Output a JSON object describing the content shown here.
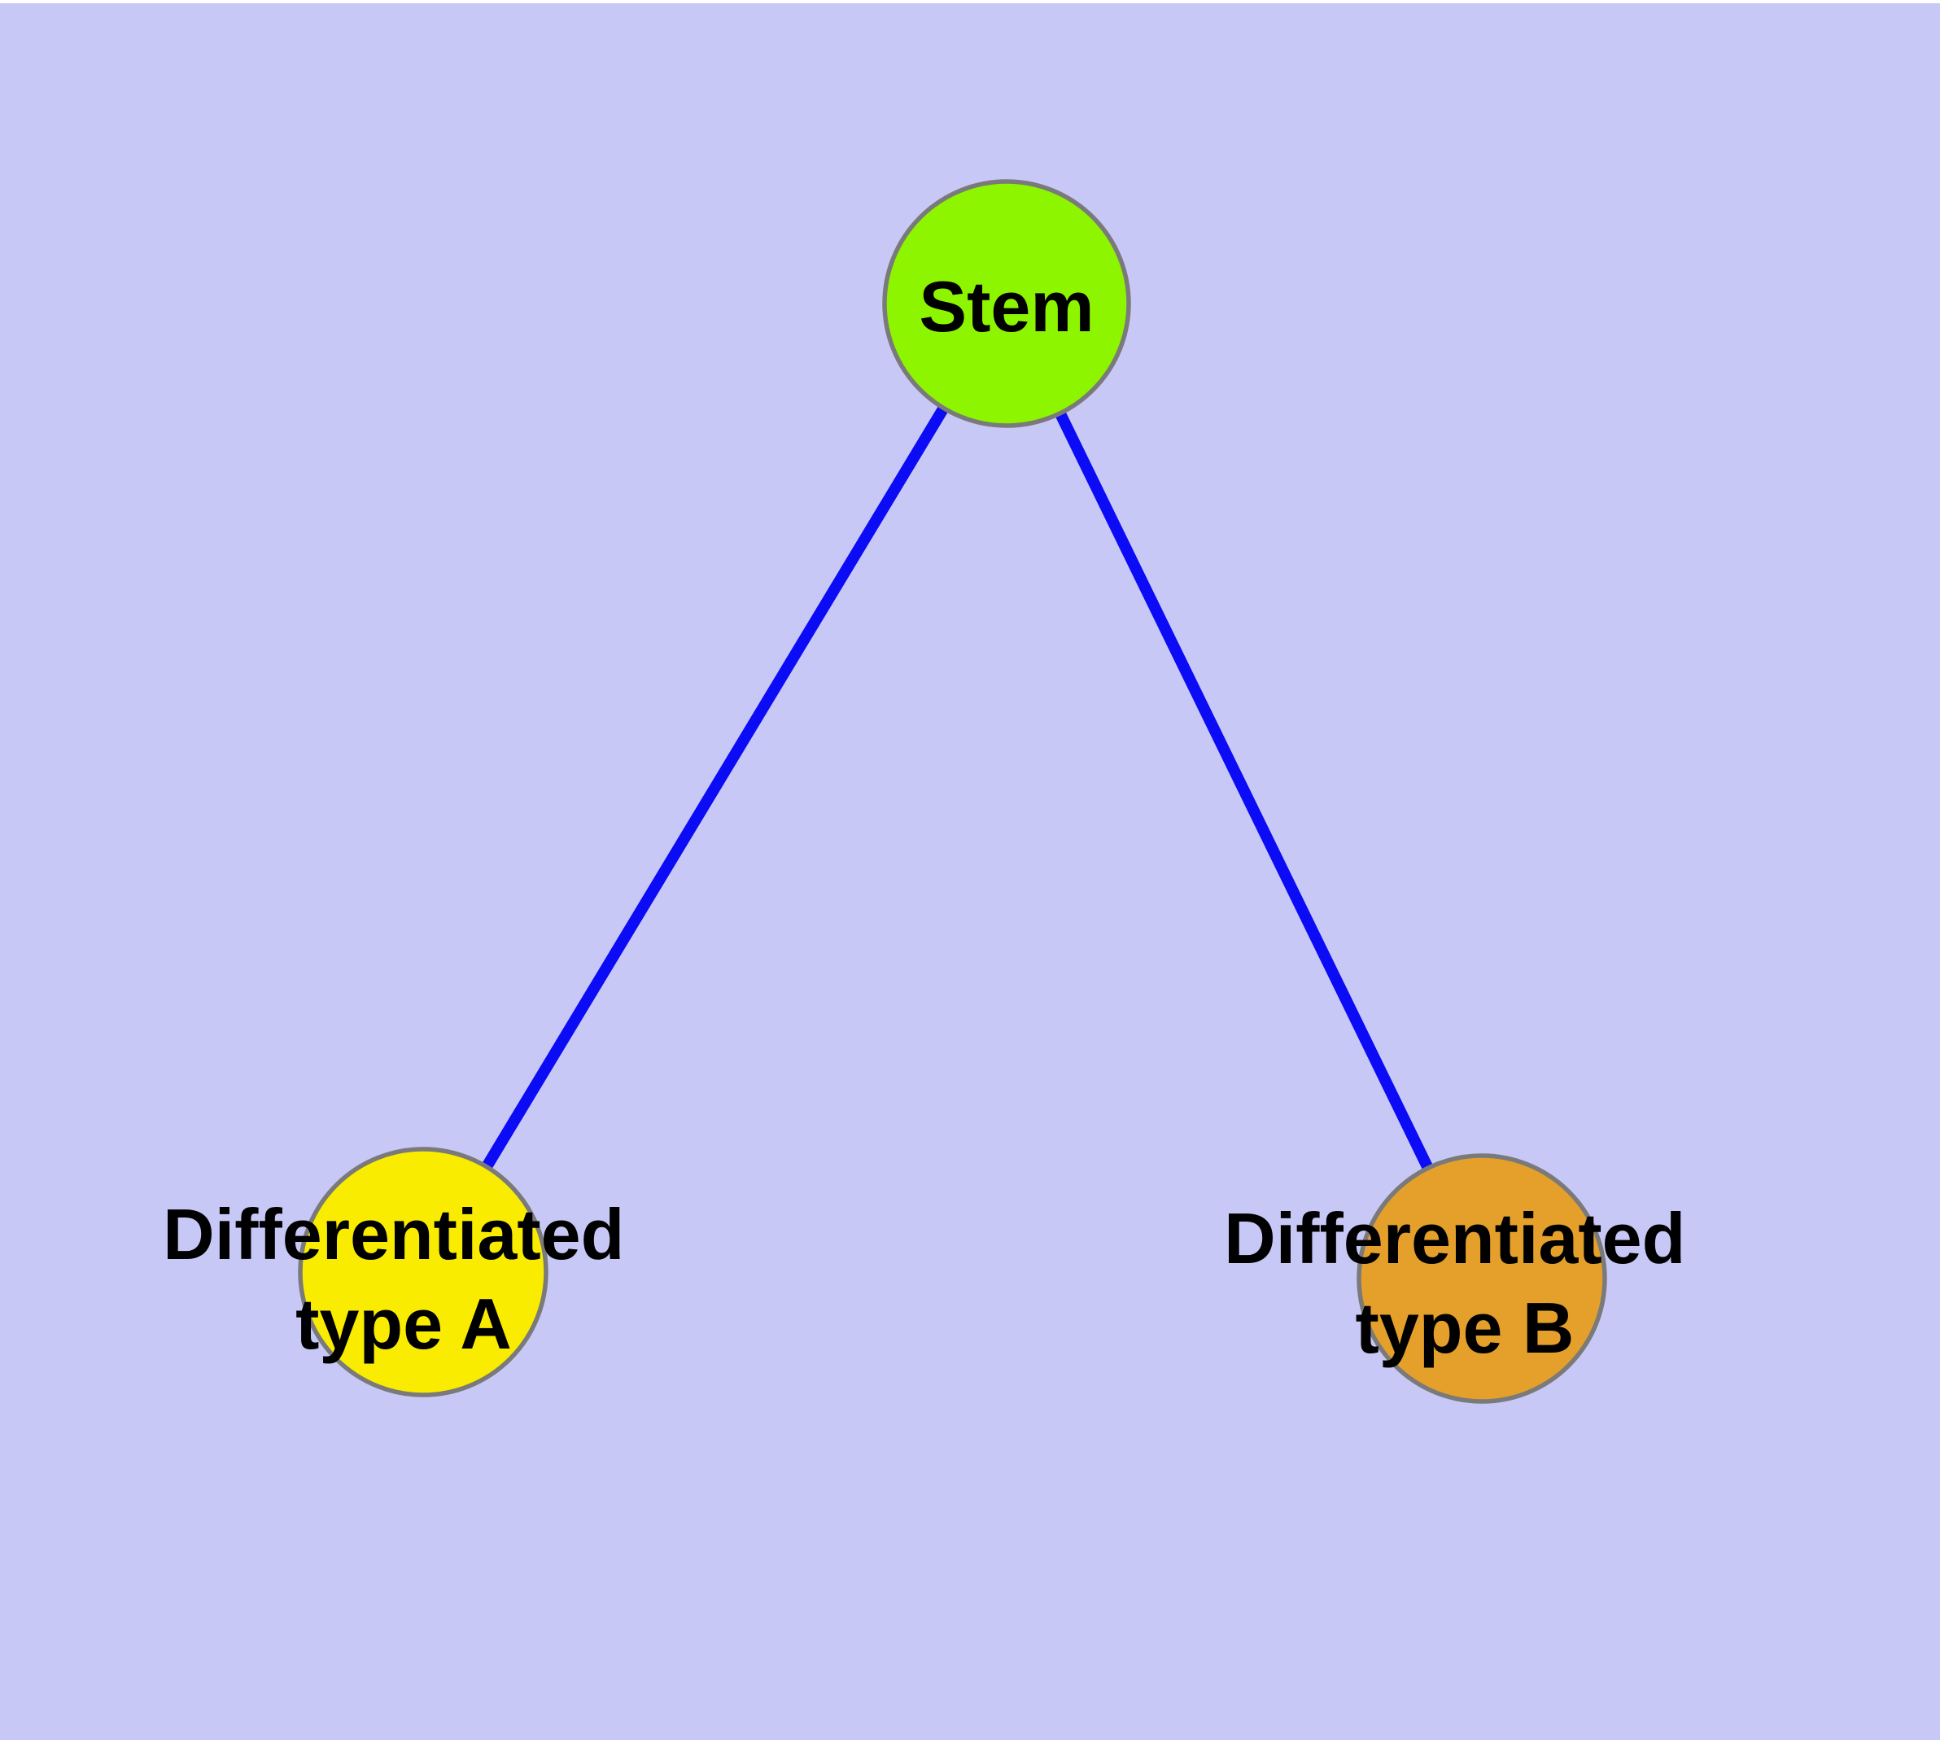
{
  "diagram": {
    "type": "graph",
    "description": "Cell differentiation tree: one stem node with two differentiated child nodes",
    "colors": {
      "background": "#C8C8F7",
      "top_strip": "#FFFFFF",
      "edge": "#0B0BF5",
      "node_border": "#7A7A7A",
      "label": "#000000",
      "stem_fill": "#8EF500",
      "type_a_fill": "#F9EC00",
      "type_b_fill": "#E5A02B"
    },
    "nodes": [
      {
        "id": "stem",
        "label": "Stem",
        "lines": [
          "Stem"
        ],
        "fill": "#8EF500"
      },
      {
        "id": "differentiated-type-a",
        "label": "Differentiated type A",
        "lines": [
          "Differentiated",
          "type A"
        ],
        "fill": "#F9EC00"
      },
      {
        "id": "differentiated-type-b",
        "label": "Differentiated type B",
        "lines": [
          "Differentiated",
          "type B"
        ],
        "fill": "#E5A02B"
      }
    ],
    "edges": [
      {
        "from": "stem",
        "to": "differentiated-type-a"
      },
      {
        "from": "stem",
        "to": "differentiated-type-b"
      }
    ]
  }
}
